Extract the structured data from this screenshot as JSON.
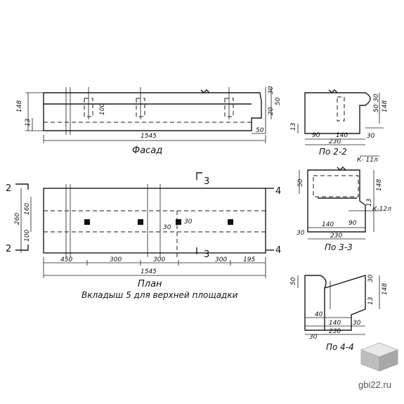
{
  "views": {
    "facade": {
      "title": "Фасад",
      "dims": [
        "148",
        "13",
        "1545",
        "30",
        "50",
        "20",
        "50",
        "100"
      ]
    },
    "plan": {
      "title": "План",
      "subtitle": "Вкладыш 5 для верхней площадки",
      "dims": [
        "260",
        "160",
        "100",
        "450",
        "300",
        "300",
        "300",
        "195",
        "1545",
        "30",
        "30"
      ],
      "section_marks": [
        "2",
        "2",
        "3",
        "3",
        "4",
        "4"
      ]
    },
    "section_2_2": {
      "title": "По 2-2",
      "dims": [
        "30",
        "50",
        "148",
        "13",
        "90",
        "140",
        "230",
        "30"
      ]
    },
    "section_3_3": {
      "title": "По 3-3",
      "dims": [
        "50",
        "148",
        "13",
        "30",
        "140",
        "90",
        "230"
      ],
      "labels": [
        "К- 11л",
        "К-12л"
      ]
    },
    "section_4_4": {
      "title": "По 4-4",
      "dims": [
        "50",
        "30",
        "148",
        "13",
        "40",
        "140",
        "30",
        "230",
        "30"
      ]
    }
  },
  "watermark": {
    "text": "gbi22.ru"
  }
}
